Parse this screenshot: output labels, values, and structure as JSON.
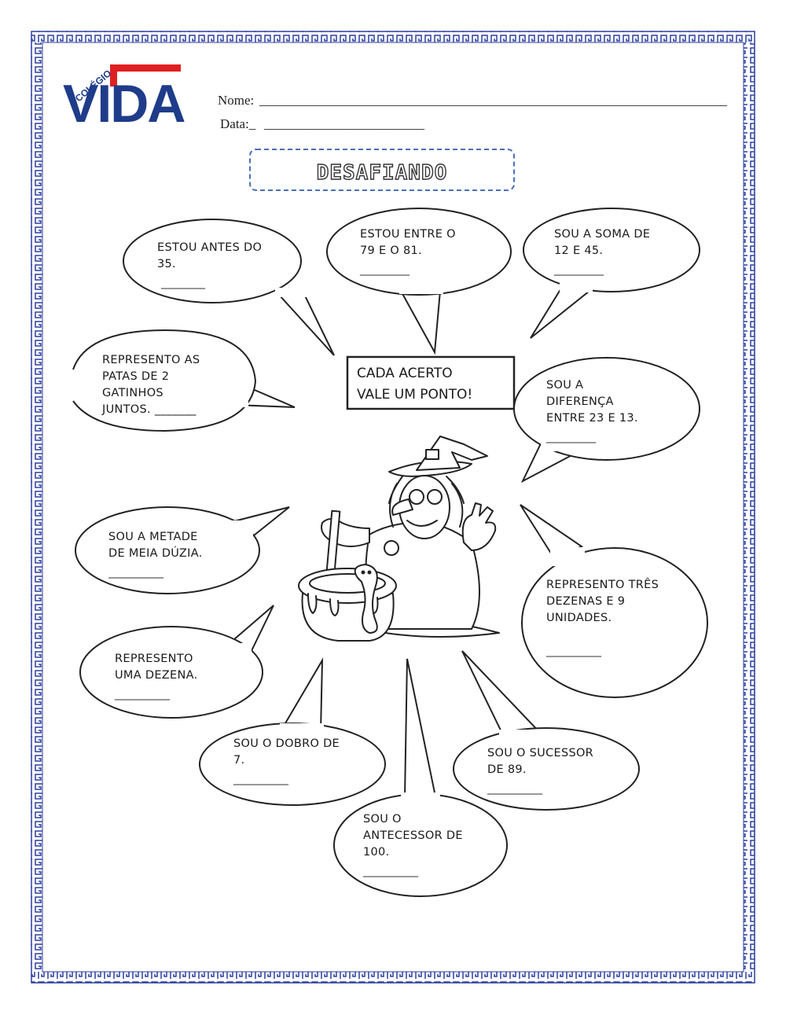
{
  "header": {
    "logo_prefix": "COLÉGIO",
    "logo_name": "VIDA",
    "name_label": "Nome:",
    "name_line": "______________________________________________________________________",
    "date_label": "Data:_",
    "date_line": "________________________"
  },
  "title": "DESAFIANDO",
  "center_message": {
    "line1": "CADA ACERTO",
    "line2": "VALE UM PONTO!"
  },
  "bubbles": [
    {
      "lines": [
        "ESTOU ANTES DO",
        "35."
      ],
      "blank": "________"
    },
    {
      "lines": [
        "ESTOU ENTRE O",
        "79 E O 81."
      ],
      "blank": "_________"
    },
    {
      "lines": [
        "SOU A SOMA DE",
        "12 E 45."
      ],
      "blank": "_________"
    },
    {
      "lines": [
        "REPRESENTO AS",
        "PATAS DE 2",
        "GATINHOS",
        "JUNTOS. _______"
      ],
      "blank": ""
    },
    {
      "lines": [
        "SOU A",
        "DIFERENÇA",
        "ENTRE 23 E 13."
      ],
      "blank": "_________"
    },
    {
      "lines": [
        "SOU A METADE",
        "DE MEIA DÚZIA."
      ],
      "blank": "__________"
    },
    {
      "lines": [
        "REPRESENTO TRÊS",
        "DEZENAS E 9",
        "UNIDADES."
      ],
      "blank": "__________"
    },
    {
      "lines": [
        "REPRESENTO",
        "UMA DEZENA."
      ],
      "blank": "__________"
    },
    {
      "lines": [
        "SOU O DOBRO DE",
        "7."
      ],
      "blank": "__________"
    },
    {
      "lines": [
        "SOU O SUCESSOR",
        "DE 89."
      ],
      "blank": "__________"
    },
    {
      "lines": [
        "SOU O",
        "ANTECESSOR DE",
        "100."
      ],
      "blank": "__________"
    }
  ],
  "colors": {
    "border": "#2b3f9e",
    "logo_blue": "#1f3c8a",
    "logo_red": "#e02020",
    "title_dash": "#4a6fb5"
  },
  "icons": [
    "witch-illustration",
    "cauldron",
    "greek-key-border"
  ]
}
